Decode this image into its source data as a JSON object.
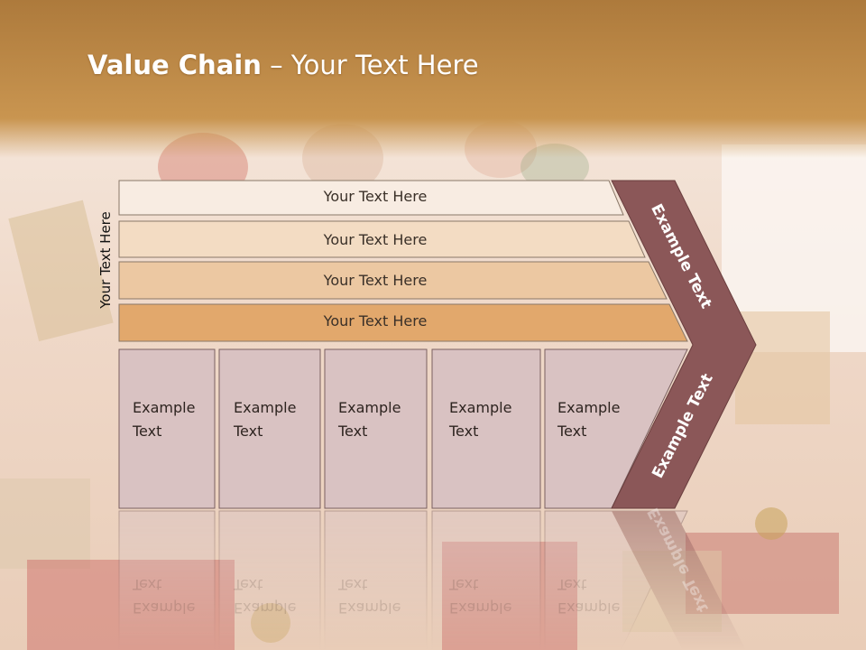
{
  "title": {
    "bold": "Value Chain",
    "rest": " – Your Text Here"
  },
  "side_label": "Your Text Here",
  "bands": [
    {
      "label": "Your Text Here",
      "color": "#f8ece2"
    },
    {
      "label": "Your Text Here",
      "color": "#f3dcc3"
    },
    {
      "label": "Your Text Here",
      "color": "#ecc8a2"
    },
    {
      "label": "Your Text Here",
      "color": "#e2a86c"
    }
  ],
  "boxes": [
    {
      "line1": "Example",
      "line2": "Text"
    },
    {
      "line1": "Example",
      "line2": "Text"
    },
    {
      "line1": "Example",
      "line2": "Text"
    },
    {
      "line1": "Example",
      "line2": "Text"
    },
    {
      "line1": "Example",
      "line2": "Text"
    }
  ],
  "arrow": {
    "top_label": "Example Text",
    "bottom_label": "Example Text",
    "color": "#8b5758"
  },
  "colors": {
    "header": "#c08a45",
    "box_fill": "#d9c2c2",
    "box_border": "#7a6060"
  }
}
